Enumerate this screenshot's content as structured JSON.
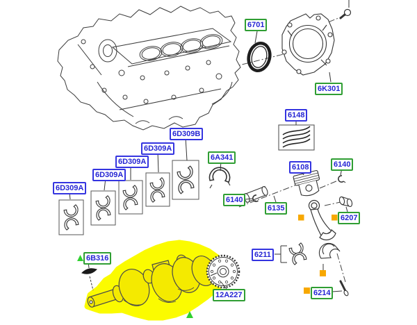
{
  "diagram": {
    "background": "#ffffff",
    "line_color": "#333333",
    "label_text_color": "#2424d4",
    "label_border_blue": "#3434e0",
    "label_border_green": "#2f9e33",
    "highlight_yellow": "#fafa00",
    "marker_orange": "#f7a800",
    "marker_green": "#2fd02f"
  },
  "labels": [
    {
      "id": "6701",
      "text": "6701",
      "style": "green"
    },
    {
      "id": "6K301",
      "text": "6K301",
      "style": "green"
    },
    {
      "id": "6148",
      "text": "6148",
      "style": "blue"
    },
    {
      "id": "6D309B",
      "text": "6D309B",
      "style": "blue"
    },
    {
      "id": "6D309A-4",
      "text": "6D309A",
      "style": "blue"
    },
    {
      "id": "6A341",
      "text": "6A341",
      "style": "green"
    },
    {
      "id": "6D309A-3",
      "text": "6D309A",
      "style": "blue"
    },
    {
      "id": "6108",
      "text": "6108",
      "style": "blue"
    },
    {
      "id": "6140-upper",
      "text": "6140",
      "style": "green"
    },
    {
      "id": "6D309A-2",
      "text": "6D309A",
      "style": "blue"
    },
    {
      "id": "6D309A-1",
      "text": "6D309A",
      "style": "blue"
    },
    {
      "id": "6140-lower",
      "text": "6140",
      "style": "green"
    },
    {
      "id": "6135",
      "text": "6135",
      "style": "green"
    },
    {
      "id": "6207",
      "text": "6207",
      "style": "green"
    },
    {
      "id": "6211",
      "text": "6211",
      "style": "blue"
    },
    {
      "id": "6B316",
      "text": "6B316",
      "style": "green"
    },
    {
      "id": "12A227",
      "text": "12A227",
      "style": "green"
    },
    {
      "id": "6214",
      "text": "6214",
      "style": "green"
    }
  ]
}
